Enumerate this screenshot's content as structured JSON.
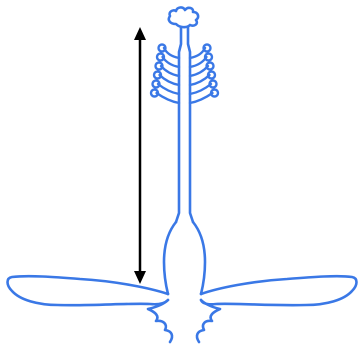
{
  "diagram": {
    "subject": "flower-stamen-structure",
    "colors": {
      "outline": "#3a78e6",
      "arrow": "#000000",
      "background": "#ffffff"
    },
    "elements": {
      "measurement_arrow": {
        "heads": "both",
        "orientation": "vertical"
      },
      "stalk": {
        "parts": [
          "stigma-head",
          "side-branches",
          "style",
          "ovary",
          "sepals"
        ]
      }
    },
    "side_branch_count_per_side": 6
  }
}
